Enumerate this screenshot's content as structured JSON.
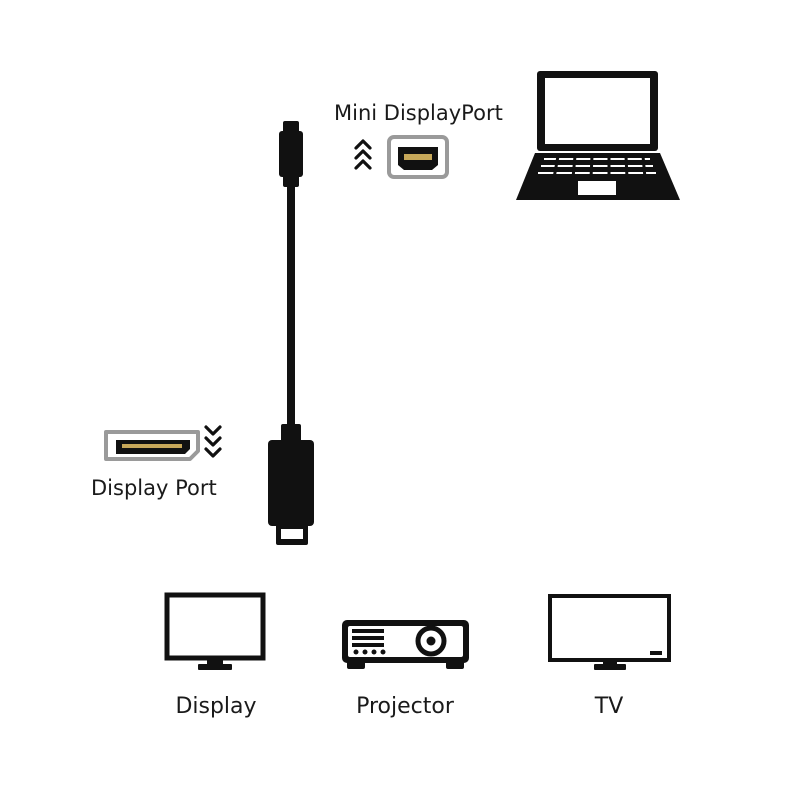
{
  "labels": {
    "mini_displayport": "Mini DisplayPort",
    "display_port": "Display Port"
  },
  "devices": [
    {
      "name": "Display",
      "icon": "monitor-icon"
    },
    {
      "name": "Projector",
      "icon": "projector-icon"
    },
    {
      "name": "TV",
      "icon": "tv-icon"
    }
  ],
  "icons": {
    "laptop": "laptop-icon",
    "mini_port": "mini-displayport-connector-icon",
    "dp_port": "displayport-connector-icon",
    "up_arrows": "triple-chevron-up-icon",
    "down_arrows": "triple-chevron-down-icon"
  },
  "colors": {
    "ink": "#111111",
    "connector_gray": "#9a9a9a",
    "background": "#ffffff"
  }
}
